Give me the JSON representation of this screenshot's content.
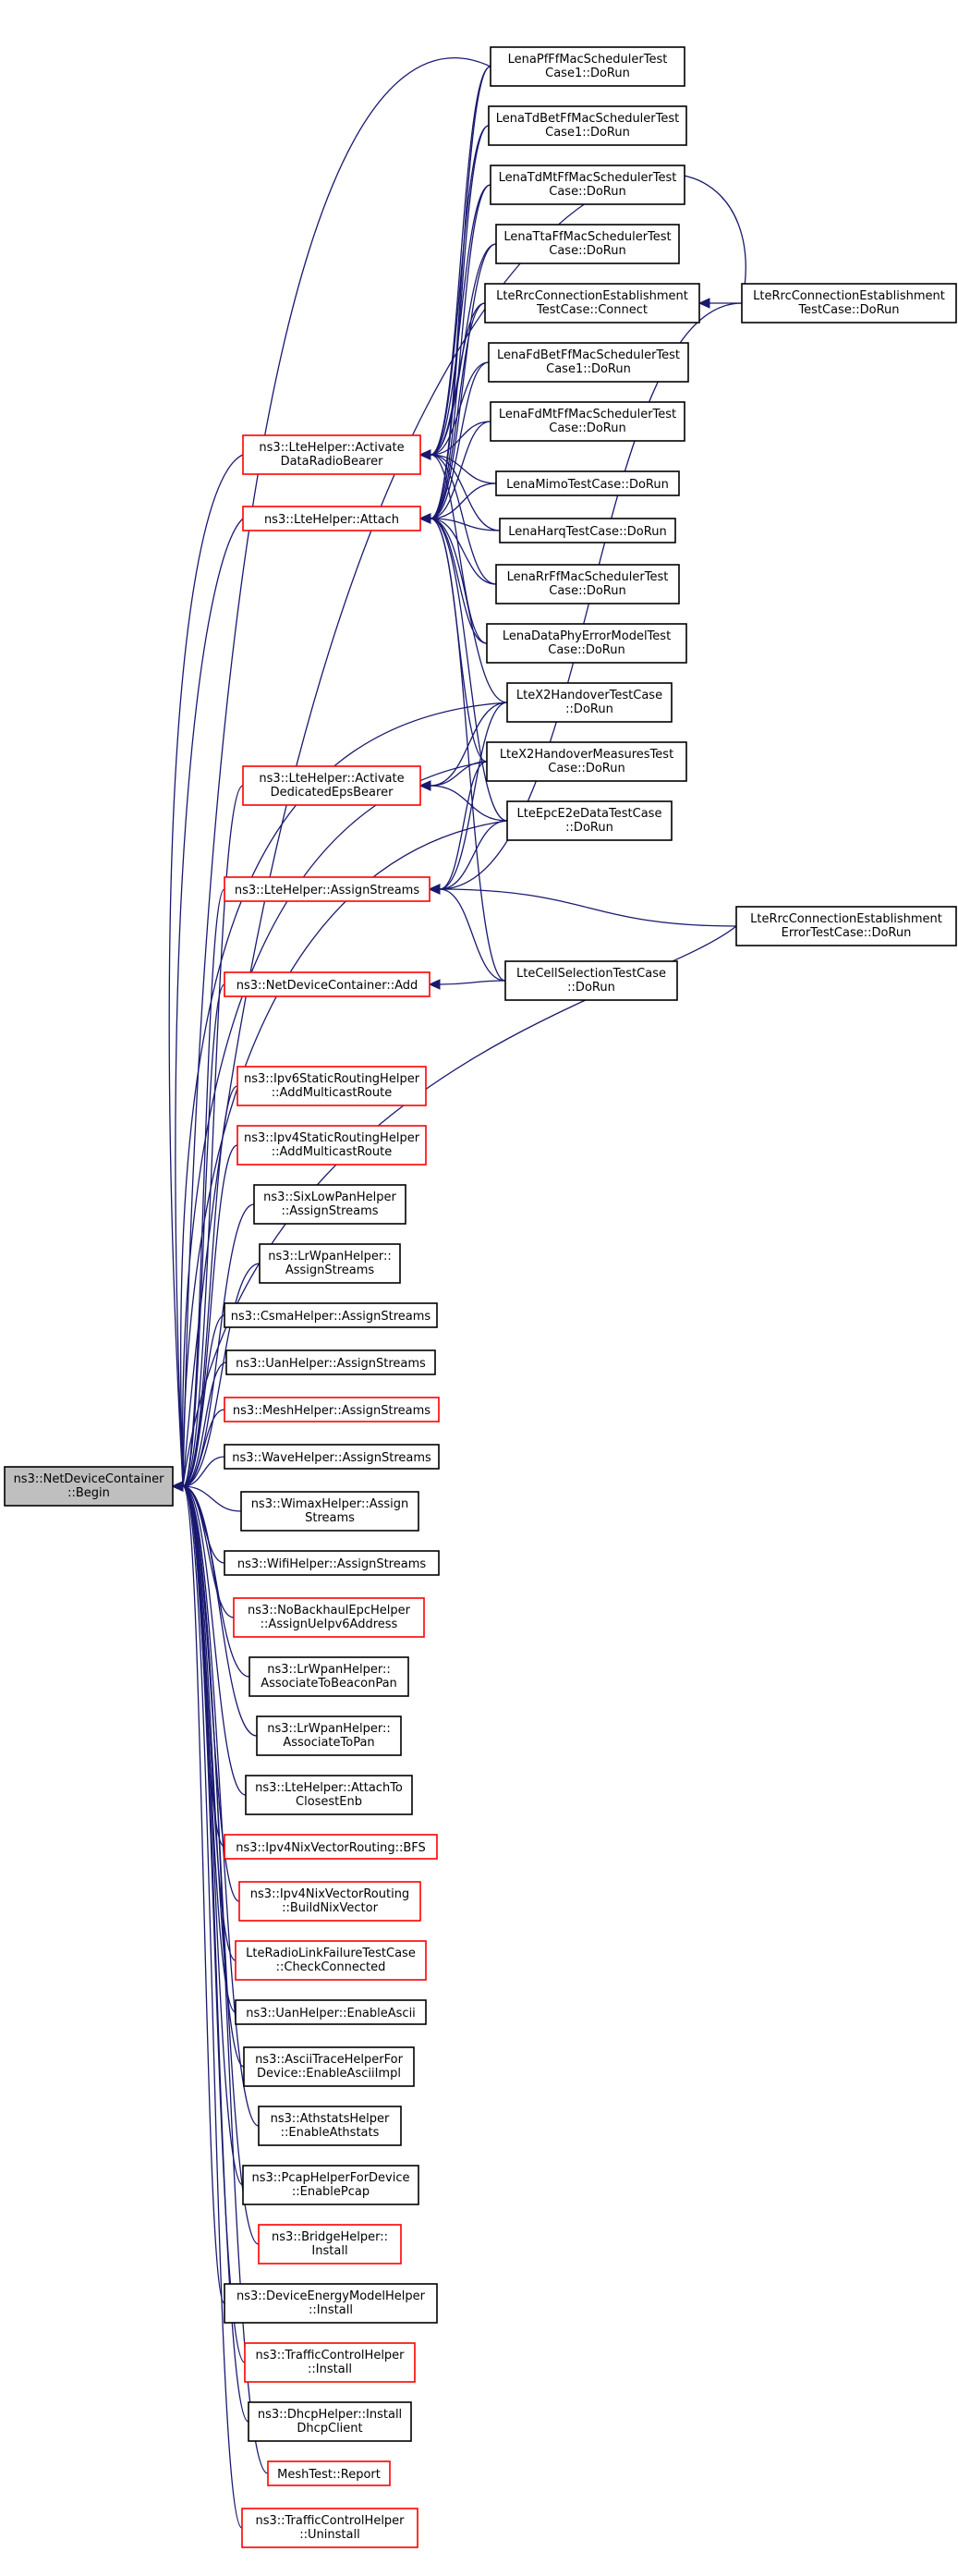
{
  "graph": {
    "colors": {
      "edge": "#191970",
      "border_normal": "#000000",
      "border_truncated": "#ff0000",
      "focus_fill": "#bfbfbf",
      "node_fill": "#ffffff"
    },
    "nodes": [
      {
        "id": "begin",
        "lines": [
          "ns3::NetDeviceContainer",
          "::Begin"
        ],
        "style": "focus"
      },
      {
        "id": "rb",
        "lines": [
          "ns3::LteHelper::Activate",
          "DataRadioBearer"
        ],
        "style": "red"
      },
      {
        "id": "attach",
        "lines": [
          "ns3::LteHelper::Attach"
        ],
        "style": "red"
      },
      {
        "id": "deps",
        "lines": [
          "ns3::LteHelper::Activate",
          "DedicatedEpsBearer"
        ],
        "style": "red"
      },
      {
        "id": "as",
        "lines": [
          "ns3::LteHelper::AssignStreams"
        ],
        "style": "red"
      },
      {
        "id": "ndcadd",
        "lines": [
          "ns3::NetDeviceContainer::Add"
        ],
        "style": "red"
      },
      {
        "id": "ipv6sr",
        "lines": [
          "ns3::Ipv6StaticRoutingHelper",
          "::AddMulticastRoute"
        ],
        "style": "red"
      },
      {
        "id": "ipv4sr",
        "lines": [
          "ns3::Ipv4StaticRoutingHelper",
          "::AddMulticastRoute"
        ],
        "style": "red"
      },
      {
        "id": "sixlow",
        "lines": [
          "ns3::SixLowPanHelper",
          "::AssignStreams"
        ],
        "style": "normal"
      },
      {
        "id": "lrwas",
        "lines": [
          "ns3::LrWpanHelper::",
          "AssignStreams"
        ],
        "style": "normal"
      },
      {
        "id": "csma",
        "lines": [
          "ns3::CsmaHelper::AssignStreams"
        ],
        "style": "normal"
      },
      {
        "id": "uanas",
        "lines": [
          "ns3::UanHelper::AssignStreams"
        ],
        "style": "normal"
      },
      {
        "id": "mesh",
        "lines": [
          "ns3::MeshHelper::AssignStreams"
        ],
        "style": "red"
      },
      {
        "id": "wave",
        "lines": [
          "ns3::WaveHelper::AssignStreams"
        ],
        "style": "normal"
      },
      {
        "id": "wimax",
        "lines": [
          "ns3::WimaxHelper::Assign",
          "Streams"
        ],
        "style": "normal"
      },
      {
        "id": "wifi",
        "lines": [
          "ns3::WifiHelper::AssignStreams"
        ],
        "style": "normal"
      },
      {
        "id": "nobh",
        "lines": [
          "ns3::NoBackhaulEpcHelper",
          "::AssignUeIpv6Address"
        ],
        "style": "red"
      },
      {
        "id": "lrwbp",
        "lines": [
          "ns3::LrWpanHelper::",
          "AssociateToBeaconPan"
        ],
        "style": "normal"
      },
      {
        "id": "lrwpan",
        "lines": [
          "ns3::LrWpanHelper::",
          "AssociateToPan"
        ],
        "style": "normal"
      },
      {
        "id": "attclose",
        "lines": [
          "ns3::LteHelper::AttachTo",
          "ClosestEnb"
        ],
        "style": "normal"
      },
      {
        "id": "nixbfs",
        "lines": [
          "ns3::Ipv4NixVectorRouting::BFS"
        ],
        "style": "red"
      },
      {
        "id": "nixbuild",
        "lines": [
          "ns3::Ipv4NixVectorRouting",
          "::BuildNixVector"
        ],
        "style": "red"
      },
      {
        "id": "rlf",
        "lines": [
          "LteRadioLinkFailureTestCase",
          "::CheckConnected"
        ],
        "style": "red"
      },
      {
        "id": "uanascii",
        "lines": [
          "ns3::UanHelper::EnableAscii"
        ],
        "style": "normal"
      },
      {
        "id": "atrace",
        "lines": [
          "ns3::AsciiTraceHelperFor",
          "Device::EnableAsciiImpl"
        ],
        "style": "normal"
      },
      {
        "id": "athstats",
        "lines": [
          "ns3::AthstatsHelper",
          "::EnableAthstats"
        ],
        "style": "normal"
      },
      {
        "id": "pcap",
        "lines": [
          "ns3::PcapHelperForDevice",
          "::EnablePcap"
        ],
        "style": "normal"
      },
      {
        "id": "bridge",
        "lines": [
          "ns3::BridgeHelper::",
          "Install"
        ],
        "style": "red"
      },
      {
        "id": "energy",
        "lines": [
          "ns3::DeviceEnergyModelHelper",
          "::Install"
        ],
        "style": "normal"
      },
      {
        "id": "tcinst",
        "lines": [
          "ns3::TrafficControlHelper",
          "::Install"
        ],
        "style": "red"
      },
      {
        "id": "dhcp",
        "lines": [
          "ns3::DhcpHelper::Install",
          "DhcpClient"
        ],
        "style": "normal"
      },
      {
        "id": "meshrep",
        "lines": [
          "MeshTest::Report"
        ],
        "style": "red"
      },
      {
        "id": "tcuninst",
        "lines": [
          "ns3::TrafficControlHelper",
          "::Uninstall"
        ],
        "style": "red"
      },
      {
        "id": "pff",
        "lines": [
          "LenaPfFfMacSchedulerTest",
          "Case1::DoRun"
        ],
        "style": "normal"
      },
      {
        "id": "tdbet",
        "lines": [
          "LenaTdBetFfMacSchedulerTest",
          "Case1::DoRun"
        ],
        "style": "normal"
      },
      {
        "id": "tdmt",
        "lines": [
          "LenaTdMtFfMacSchedulerTest",
          "Case::DoRun"
        ],
        "style": "normal"
      },
      {
        "id": "tta",
        "lines": [
          "LenaTtaFfMacSchedulerTest",
          "Case::DoRun"
        ],
        "style": "normal"
      },
      {
        "id": "rrcconn",
        "lines": [
          "LteRrcConnectionEstablishment",
          "TestCase::Connect"
        ],
        "style": "normal"
      },
      {
        "id": "fdbet",
        "lines": [
          "LenaFdBetFfMacSchedulerTest",
          "Case1::DoRun"
        ],
        "style": "normal"
      },
      {
        "id": "fdmt",
        "lines": [
          "LenaFdMtFfMacSchedulerTest",
          "Case::DoRun"
        ],
        "style": "normal"
      },
      {
        "id": "mimo",
        "lines": [
          "LenaMimoTestCase::DoRun"
        ],
        "style": "normal"
      },
      {
        "id": "harq",
        "lines": [
          "LenaHarqTestCase::DoRun"
        ],
        "style": "normal"
      },
      {
        "id": "rrff",
        "lines": [
          "LenaRrFfMacSchedulerTest",
          "Case::DoRun"
        ],
        "style": "normal"
      },
      {
        "id": "dataphy",
        "lines": [
          "LenaDataPhyErrorModelTest",
          "Case::DoRun"
        ],
        "style": "normal"
      },
      {
        "id": "x2ho",
        "lines": [
          "LteX2HandoverTestCase",
          "::DoRun"
        ],
        "style": "normal"
      },
      {
        "id": "x2meas",
        "lines": [
          "LteX2HandoverMeasuresTest",
          "Case::DoRun"
        ],
        "style": "normal"
      },
      {
        "id": "epce2e",
        "lines": [
          "LteEpcE2eDataTestCase",
          "::DoRun"
        ],
        "style": "normal"
      },
      {
        "id": "cellsel",
        "lines": [
          "LteCellSelectionTestCase",
          "::DoRun"
        ],
        "style": "normal"
      },
      {
        "id": "rrcrun",
        "lines": [
          "LteRrcConnectionEstablishment",
          "TestCase::DoRun"
        ],
        "style": "normal"
      },
      {
        "id": "rrcerr",
        "lines": [
          "LteRrcConnectionEstablishment",
          "ErrorTestCase::DoRun"
        ],
        "style": "normal"
      }
    ]
  }
}
